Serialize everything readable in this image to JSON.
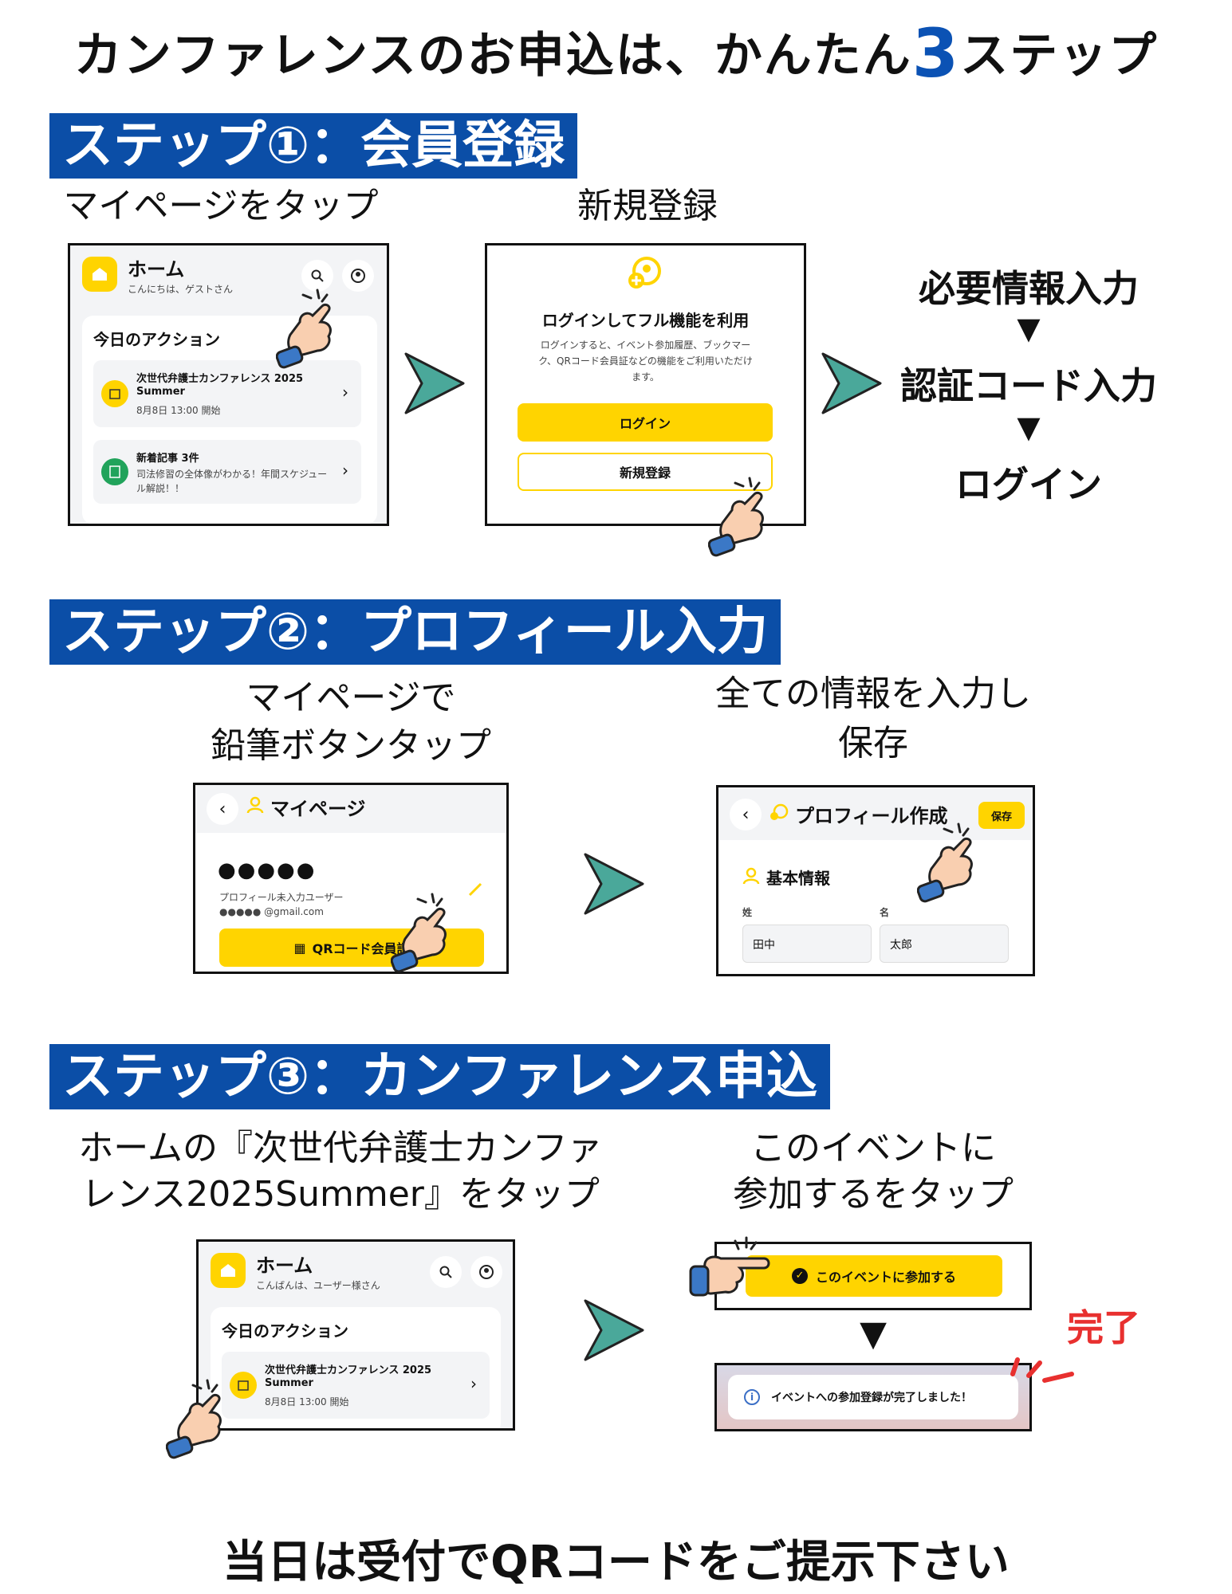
{
  "header": {
    "title_before": "カンファレンスのお申込は、かんたん",
    "title_number": "3",
    "title_after": "ステップ"
  },
  "step1": {
    "banner": "ステップ①：会員登録",
    "caption_left": "マイページをタップ",
    "caption_mid": "新規登録",
    "home": {
      "title": "ホーム",
      "greeting": "こんにちは、ゲストさん",
      "actions_title": "今日のアクション",
      "item1_title": "次世代弁護士カンファレンス 2025",
      "item1_title2": "Summer",
      "item1_date": "8月8日 13:00 開始",
      "item2_title": "新着記事 3件",
      "item2_desc": "司法修習の全体像がわかる！年間スケジュー",
      "item2_desc2": "ル解説！！"
    },
    "login": {
      "heading": "ログインしてフル機能を利用",
      "desc1": "ログインすると、イベント参加履歴、ブックマー",
      "desc2": "ク、QRコード会員証などの機能をご利用いただけ",
      "desc3": "ます。",
      "login_button": "ログイン",
      "register_button": "新規登録"
    },
    "flow": {
      "line1": "必要情報入力",
      "line2": "認証コード入力",
      "line3": "ログイン",
      "triangle": "▼"
    }
  },
  "step2": {
    "banner": "ステップ②：プロフィール入力",
    "caption_left_1": "マイページで",
    "caption_left_2": "鉛筆ボタンタップ",
    "caption_right_1": "全ての情報を入力し",
    "caption_right_2": "保存",
    "mypage": {
      "title": "マイページ",
      "name_masked": "●●●●●",
      "status": "プロフィール未入力ユーザー",
      "email": "●●●●● @gmail.com",
      "qr_button": "QRコード会員証"
    },
    "profile": {
      "title": "プロフィール作成",
      "save": "保存",
      "section": "基本情報",
      "label_last": "姓",
      "label_first": "名",
      "value_last": "田中",
      "value_first": "太郎"
    }
  },
  "step3": {
    "banner": "ステップ③：カンファレンス申込",
    "caption_left_1": "ホームの『次世代弁護士カンファ",
    "caption_left_2": "レンス2025Summer』をタップ",
    "caption_right_1": "このイベントに",
    "caption_right_2": "参加するをタップ",
    "home": {
      "title": "ホーム",
      "greeting": "こんばんは、ユーザー様さん",
      "actions_title": "今日のアクション",
      "item1_title": "次世代弁護士カンファレンス 2025",
      "item1_title2": "Summer",
      "item1_date": "8月8日 13:00 開始"
    },
    "join_button": "このイベントに参加する",
    "toast": "イベントへの参加登録が完了しました！",
    "complete": "完了",
    "triangle": "▼"
  },
  "footer": "当日は受付でQRコードをご提示下さい",
  "colors": {
    "banner": "#0b4ea7",
    "accent_yellow": "#ffd400",
    "number_blue": "#0b52b4",
    "complete_red": "#e8302f",
    "arrow_teal": "#4aa89a"
  }
}
